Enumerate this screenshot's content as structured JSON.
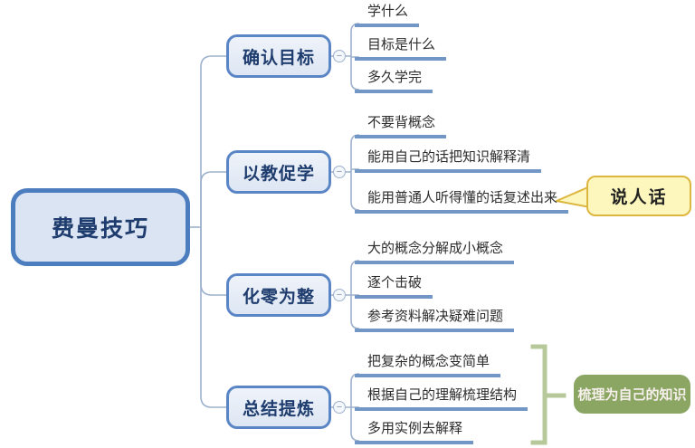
{
  "root": {
    "label": "费曼技巧"
  },
  "branches": [
    {
      "label": "确认目标",
      "children": [
        "学什么",
        "目标是什么",
        "多久学完"
      ]
    },
    {
      "label": "以教促学",
      "children": [
        "不要背概念",
        "能用自己的话把知识解释清",
        "能用普通人听得懂的话复述出来"
      ]
    },
    {
      "label": "化零为整",
      "children": [
        "大的概念分解成小概念",
        "逐个击破",
        "参考资料解决疑难问题"
      ]
    },
    {
      "label": "总结提炼",
      "children": [
        "把复杂的概念变简单",
        "根据自己的理解梳理结构",
        "多用实例去解释"
      ]
    }
  ],
  "callout": {
    "label": "说人话"
  },
  "summary": {
    "label": "梳理为自己的知识"
  },
  "toggle": {
    "glyph": "−"
  },
  "colors": {
    "root_border": "#4b7dbf",
    "root_fill": "#dbe4f2",
    "branch_border": "#5a86c6",
    "branch_fill": "#e9eef8",
    "node_text": "#1e3c6e",
    "connector": "#9db1cd",
    "child_underline": "#7296c5",
    "callout_fill": "#fdf6bd",
    "callout_border": "#ddb63f",
    "summary_fill": "#8aa662",
    "bracket": "#b7c89b"
  }
}
